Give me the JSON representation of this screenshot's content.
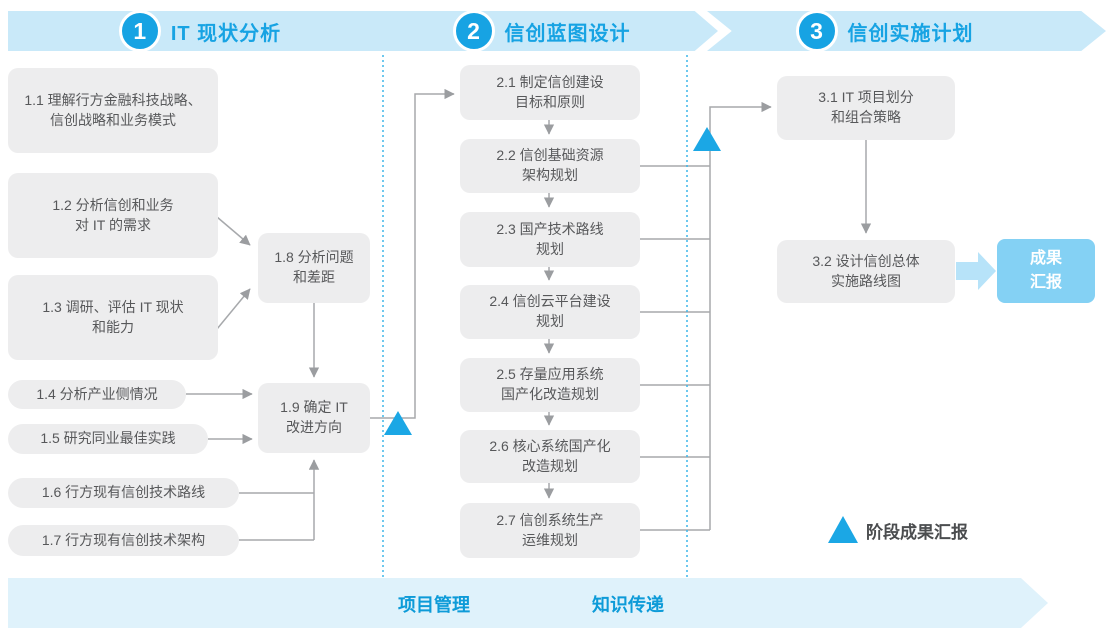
{
  "phases": [
    {
      "number": "1",
      "title": "IT 现状分析"
    },
    {
      "number": "2",
      "title": "信创蓝图设计"
    },
    {
      "number": "3",
      "title": "信创实施计划"
    }
  ],
  "boxes": [
    {
      "id": "1.1",
      "label": "1.1 理解行方金融科技战略、\n信创战略和业务模式"
    },
    {
      "id": "1.2",
      "label": "1.2 分析信创和业务\n对 IT 的需求"
    },
    {
      "id": "1.3",
      "label": "1.3 调研、评估 IT 现状\n和能力"
    },
    {
      "id": "1.4",
      "label": "1.4 分析产业侧情况"
    },
    {
      "id": "1.5",
      "label": "1.5 研究同业最佳实践"
    },
    {
      "id": "1.6",
      "label": "1.6 行方现有信创技术路线"
    },
    {
      "id": "1.7",
      "label": "1.7 行方现有信创技术架构"
    },
    {
      "id": "1.8",
      "label": "1.8 分析问题\n和差距"
    },
    {
      "id": "1.9",
      "label": "1.9 确定 IT\n改进方向"
    },
    {
      "id": "2.1",
      "label": "2.1 制定信创建设\n目标和原则"
    },
    {
      "id": "2.2",
      "label": "2.2 信创基础资源\n架构规划"
    },
    {
      "id": "2.3",
      "label": "2.3 国产技术路线\n规划"
    },
    {
      "id": "2.4",
      "label": "2.4 信创云平台建设\n规划"
    },
    {
      "id": "2.5",
      "label": "2.5 存量应用系统\n国产化改造规划"
    },
    {
      "id": "2.6",
      "label": "2.6 核心系统国产化\n改造规划"
    },
    {
      "id": "2.7",
      "label": "2.7 信创系统生产\n运维规划"
    },
    {
      "id": "3.1",
      "label": "3.1 IT 项目划分\n和组合策略"
    },
    {
      "id": "3.2",
      "label": "3.2 设计信创总体\n实施路线图"
    }
  ],
  "deliverable": {
    "label": "成果\n汇报"
  },
  "legend": {
    "label": "阶段成果汇报"
  },
  "footer": {
    "labels": [
      "项目管理",
      "知识传递"
    ]
  },
  "colors": {
    "accent_blue": "#17a3e3",
    "banner_bg": "#c9e9f9",
    "footer_banner_bg": "#dff2fb",
    "box_bg": "#ededee",
    "box_text": "#57585a",
    "connector_gray": "#9b9da0",
    "triangle_blue": "#1ba7e5",
    "deliverable_bg": "#84d1f4",
    "thick_arrow": "#b7e3f9"
  }
}
